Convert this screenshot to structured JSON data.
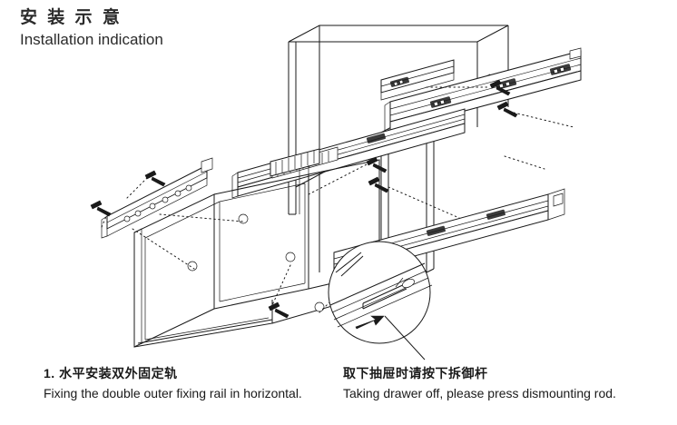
{
  "document": {
    "title_cn": "安 装 示 意",
    "title_en": "Installation indication"
  },
  "captions": [
    {
      "id": "step-1",
      "text_cn": "1. 水平安装双外固定轨",
      "text_en": "Fixing the double outer fixing rail in horizontal."
    },
    {
      "id": "dismount-note",
      "text_cn": "取下抽屉时请按下拆御杆",
      "text_en": "Taking drawer off, please press dismounting rod."
    }
  ],
  "diagram": {
    "name": "drawer-slide-installation-exploded-view",
    "style": "isometric line art",
    "stroke_color": "#1a1a1a",
    "background_color": "#ffffff",
    "parts": [
      {
        "name": "cabinet-frame",
        "description": "open cabinet carcass drawn in outline"
      },
      {
        "name": "drawer-box",
        "description": "four sided drawer body, open top"
      },
      {
        "name": "outer-fixing-rail-left",
        "description": "ball bearing slide outer member"
      },
      {
        "name": "outer-fixing-rail-right",
        "description": "ball bearing slide outer member"
      },
      {
        "name": "inner-rail",
        "description": "slide inner member mounted to drawer side"
      },
      {
        "name": "mounting-screw",
        "description": "pan head wood screw",
        "count": 6
      },
      {
        "name": "assembly-guide-line",
        "description": "dotted alignment lines between screws and holes"
      },
      {
        "name": "detail-circle",
        "description": "magnified callout of the dismounting rod"
      },
      {
        "name": "dismounting-rod",
        "description": "release lever inside the slide"
      },
      {
        "name": "callout-leader",
        "description": "leader line from detail circle to caption"
      }
    ]
  }
}
